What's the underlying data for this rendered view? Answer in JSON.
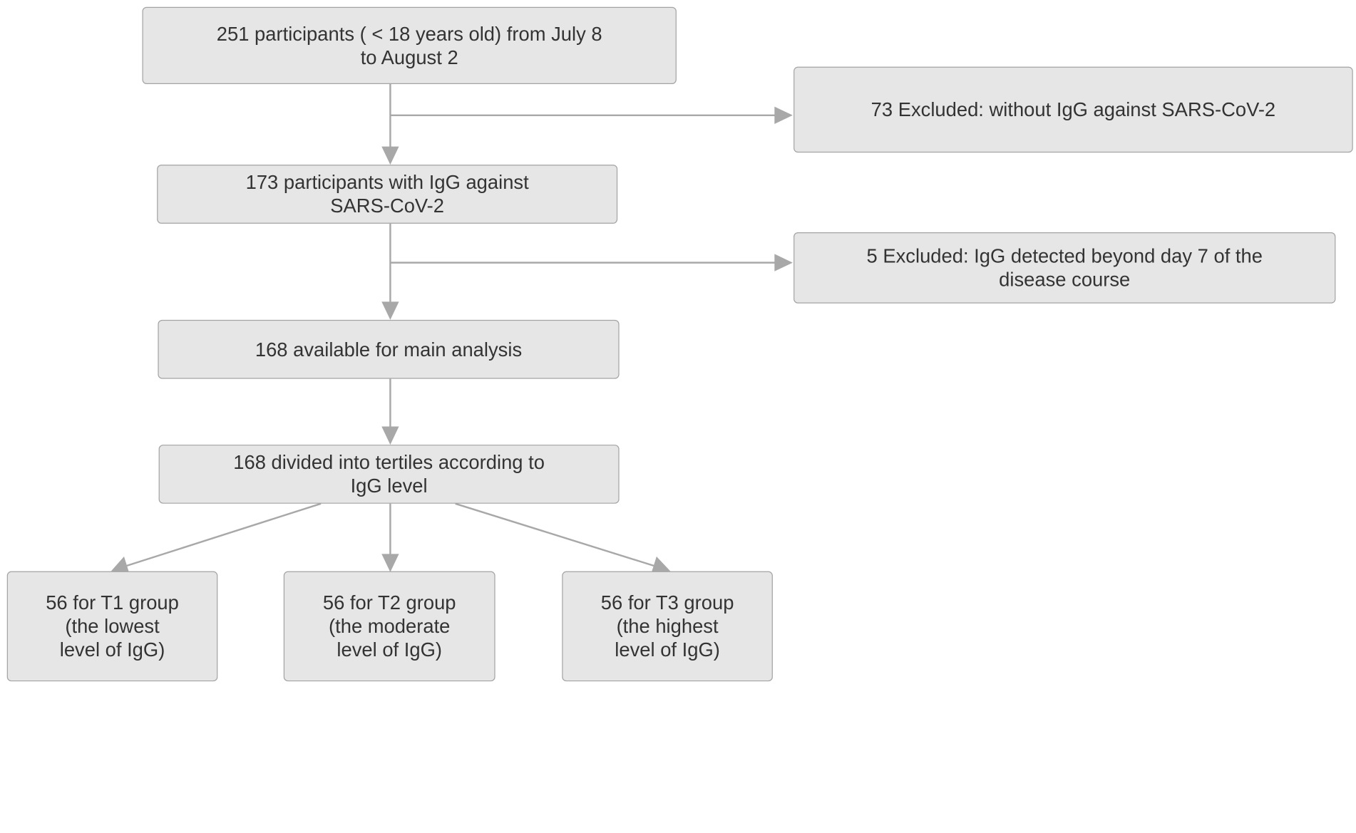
{
  "flowchart": {
    "nodes": {
      "start": "251 participants ( < 18 years old) from July 8\nto August 2",
      "excluded_1": "73  Excluded: without IgG  against SARS-CoV-2",
      "with_igg": "173 participants with IgG  against\nSARS-CoV-2",
      "excluded_2": "5  Excluded: IgG detected beyond day 7 of the\ndisease course",
      "available": "168 available for main analysis",
      "divided": "168 divided into tertiles according to\nIgG level",
      "t1": "56 for T1 group\n(the lowest\nlevel of IgG)",
      "t2": "56 for T2 group\n(the moderate\nlevel of IgG)",
      "t3": "56 for T3 group\n(the highest\nlevel of IgG)"
    },
    "edges": [
      {
        "from": "start",
        "to": "with_igg"
      },
      {
        "from": "start",
        "to": "excluded_1"
      },
      {
        "from": "with_igg",
        "to": "available"
      },
      {
        "from": "with_igg",
        "to": "excluded_2"
      },
      {
        "from": "available",
        "to": "divided"
      },
      {
        "from": "divided",
        "to": "t1"
      },
      {
        "from": "divided",
        "to": "t2"
      },
      {
        "from": "divided",
        "to": "t3"
      }
    ],
    "colors": {
      "box_fill": "#e6e6e6",
      "box_border": "#a3a3a3",
      "arrow": "#a8a8a8",
      "text": "#333333"
    }
  }
}
